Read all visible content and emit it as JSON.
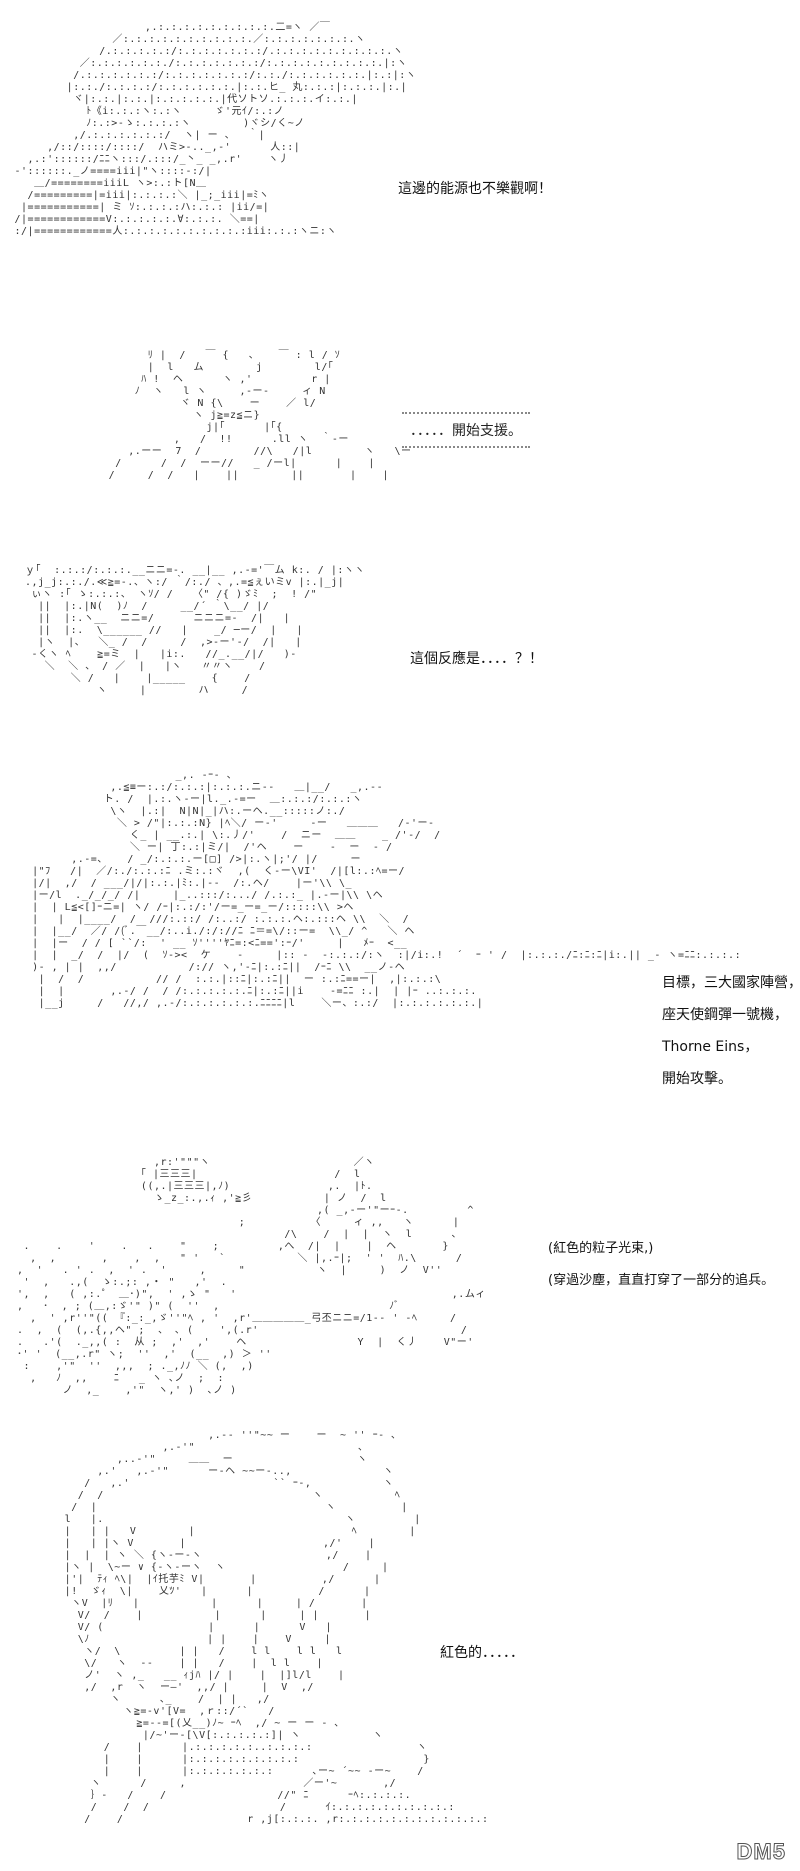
{
  "panels": [
    {
      "lines": [
        "這邊的能源也不樂觀啊！"
      ]
    },
    {
      "lines": [
        "．．．．．開始支援。"
      ]
    },
    {
      "lines": [
        "這個反應是．．．．？！"
      ]
    },
    {
      "lines": [
        "目標，三大國家陣營，",
        "座天使鋼彈一號機，",
        "Thorne Eins，",
        "開始攻擊。"
      ]
    },
    {
      "lines": [
        "(紅色的粒子光束,)",
        "(穿過沙塵，直直打穿了一部分的追兵。"
      ]
    },
    {
      "lines": [
        "紅色的．．．．．"
      ]
    }
  ],
  "watermark": "DM5"
}
